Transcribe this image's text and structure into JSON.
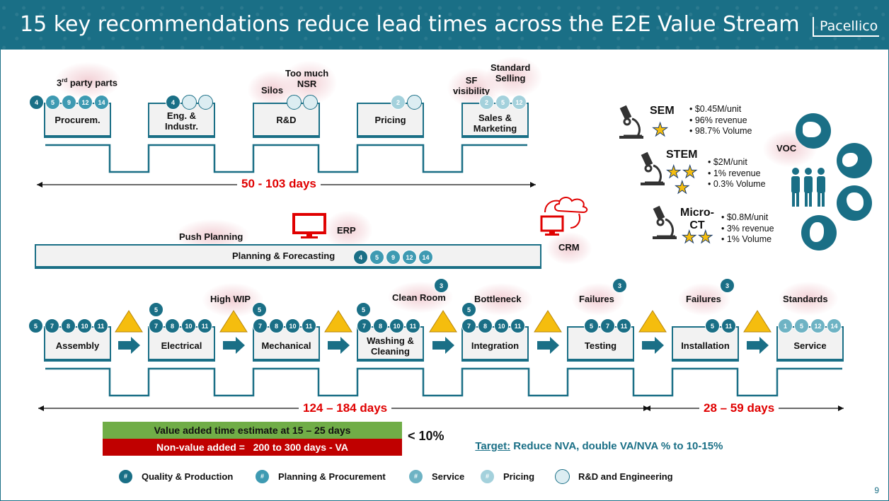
{
  "title": "15 key recommendations reduce lead times across the E2E Value Stream",
  "logo": "Pacellico",
  "page_number": "9",
  "top_row": {
    "boxes": [
      {
        "label": "Procurem."
      },
      {
        "label": "Eng. &\nIndustr."
      },
      {
        "label": "R&D"
      },
      {
        "label": "Pricing"
      },
      {
        "label": "Sales &\nMarketing"
      }
    ],
    "badges": {
      "procurem": [
        "4",
        "5",
        "9",
        "12",
        "14"
      ],
      "eng": [
        "4",
        "",
        ""
      ],
      "rd": [
        "",
        ""
      ],
      "pricing": [
        "2",
        ""
      ],
      "sales": [
        "2",
        "5",
        "12"
      ]
    },
    "callouts": {
      "third_party_base": "3",
      "third_party_sup": "rd",
      "third_party_rest": " party parts",
      "silos": "Silos",
      "too_much_nsr": "Too much\nNSR",
      "sf_visibility": "SF\nvisibility",
      "standard_selling": "Standard\nSelling"
    },
    "days": "50 - 103 days"
  },
  "planning": {
    "label": "Planning & Forecasting",
    "badges": [
      "4",
      "5",
      "9",
      "12",
      "14"
    ],
    "push_planning": "Push Planning",
    "erp": "ERP",
    "crm": "CRM"
  },
  "right_panel": {
    "voc": "VOC",
    "products": [
      {
        "name": "SEM",
        "bullets": [
          "$0.45M/unit",
          "96% revenue",
          "98.7% Volume"
        ],
        "stars": 1
      },
      {
        "name": "STEM",
        "bullets": [
          "$2M/unit",
          "1% revenue",
          "0.3% Volume"
        ],
        "stars": 3
      },
      {
        "name": "Micro-\nCT",
        "bullets": [
          "$0.8M/unit",
          "3% revenue",
          "1% Volume"
        ],
        "stars": 2
      }
    ]
  },
  "bottom_row": {
    "boxes": [
      {
        "label": "Assembly",
        "badges": [
          "5",
          "7",
          "8",
          "10",
          "11"
        ]
      },
      {
        "label": "Electrical",
        "badges": [
          "7",
          "8",
          "10",
          "11"
        ],
        "top_badge": "5"
      },
      {
        "label": "Mechanical",
        "badges": [
          "7",
          "8",
          "10",
          "11"
        ],
        "top_badge": "5"
      },
      {
        "label": "Washing &\nCleaning",
        "badges": [
          "7",
          "8",
          "10",
          "11"
        ],
        "top_badge": "5"
      },
      {
        "label": "Integration",
        "badges": [
          "7",
          "8",
          "10",
          "11"
        ],
        "top_badge": "5"
      },
      {
        "label": "Testing",
        "badges": [
          "5",
          "7",
          "11"
        ],
        "top_badge": "3"
      },
      {
        "label": "Installation",
        "badges": [
          "5",
          "11"
        ],
        "top_badge": "3"
      },
      {
        "label": "Service",
        "badges": [
          "1",
          "5",
          "12",
          "14"
        ]
      }
    ],
    "clean_room_badge": "3",
    "callouts": {
      "high_wip": "High WIP",
      "clean_room": "Clean Room",
      "bottleneck": "Bottleneck",
      "failures_testing": "Failures",
      "failures_install": "Failures",
      "standards": "Standards"
    },
    "days_main": "124 – 184 days",
    "days_install": "28 – 59 days"
  },
  "summary": {
    "va": "Value added time estimate at 15 – 25 days",
    "nva": "Non-value added =   200 to 300 days - VA",
    "ratio": "< 10%",
    "target_label": "Target:",
    "target_text": " Reduce NVA, double VA/NVA % to 10-15%"
  },
  "legend": [
    {
      "label": "Quality & Production",
      "symbol": "#"
    },
    {
      "label": "Planning & Procurement",
      "symbol": "#"
    },
    {
      "label": "Service",
      "symbol": "#"
    },
    {
      "label": "Pricing",
      "symbol": "#"
    },
    {
      "label": "R&D and Engineering",
      "symbol": "#"
    }
  ],
  "colors": {
    "teal": "#1a6f86",
    "red": "#e00000",
    "green": "#70ad47",
    "dark_red": "#c00000",
    "triangle": "#f5bd0e"
  }
}
